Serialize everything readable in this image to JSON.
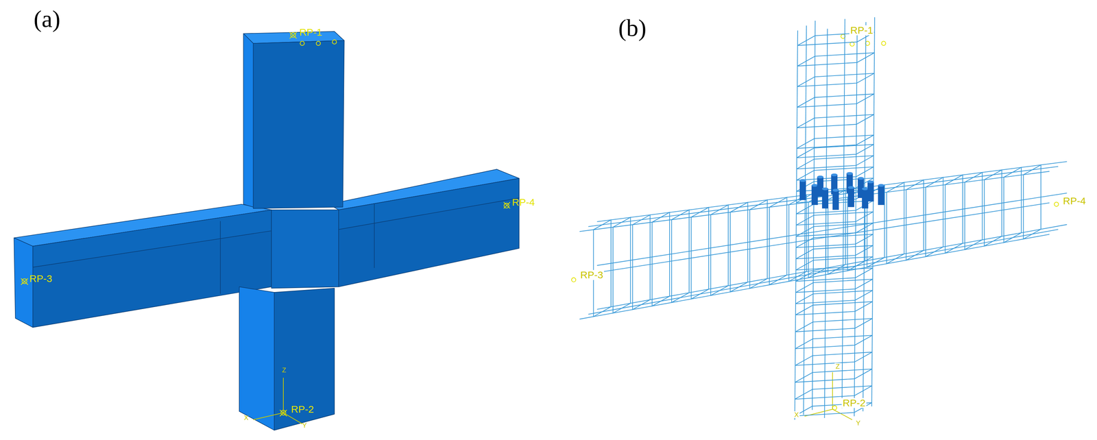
{
  "diagram": {
    "labels": [
      "(a)",
      "RP-1",
      "RP-4",
      "RP-3",
      "Z",
      "X",
      "Y",
      "RP-2",
      "(b)",
      "RP-1",
      "RP-4",
      "RP-3",
      "Z",
      "X",
      "Y",
      "RP-2"
    ]
  }
}
